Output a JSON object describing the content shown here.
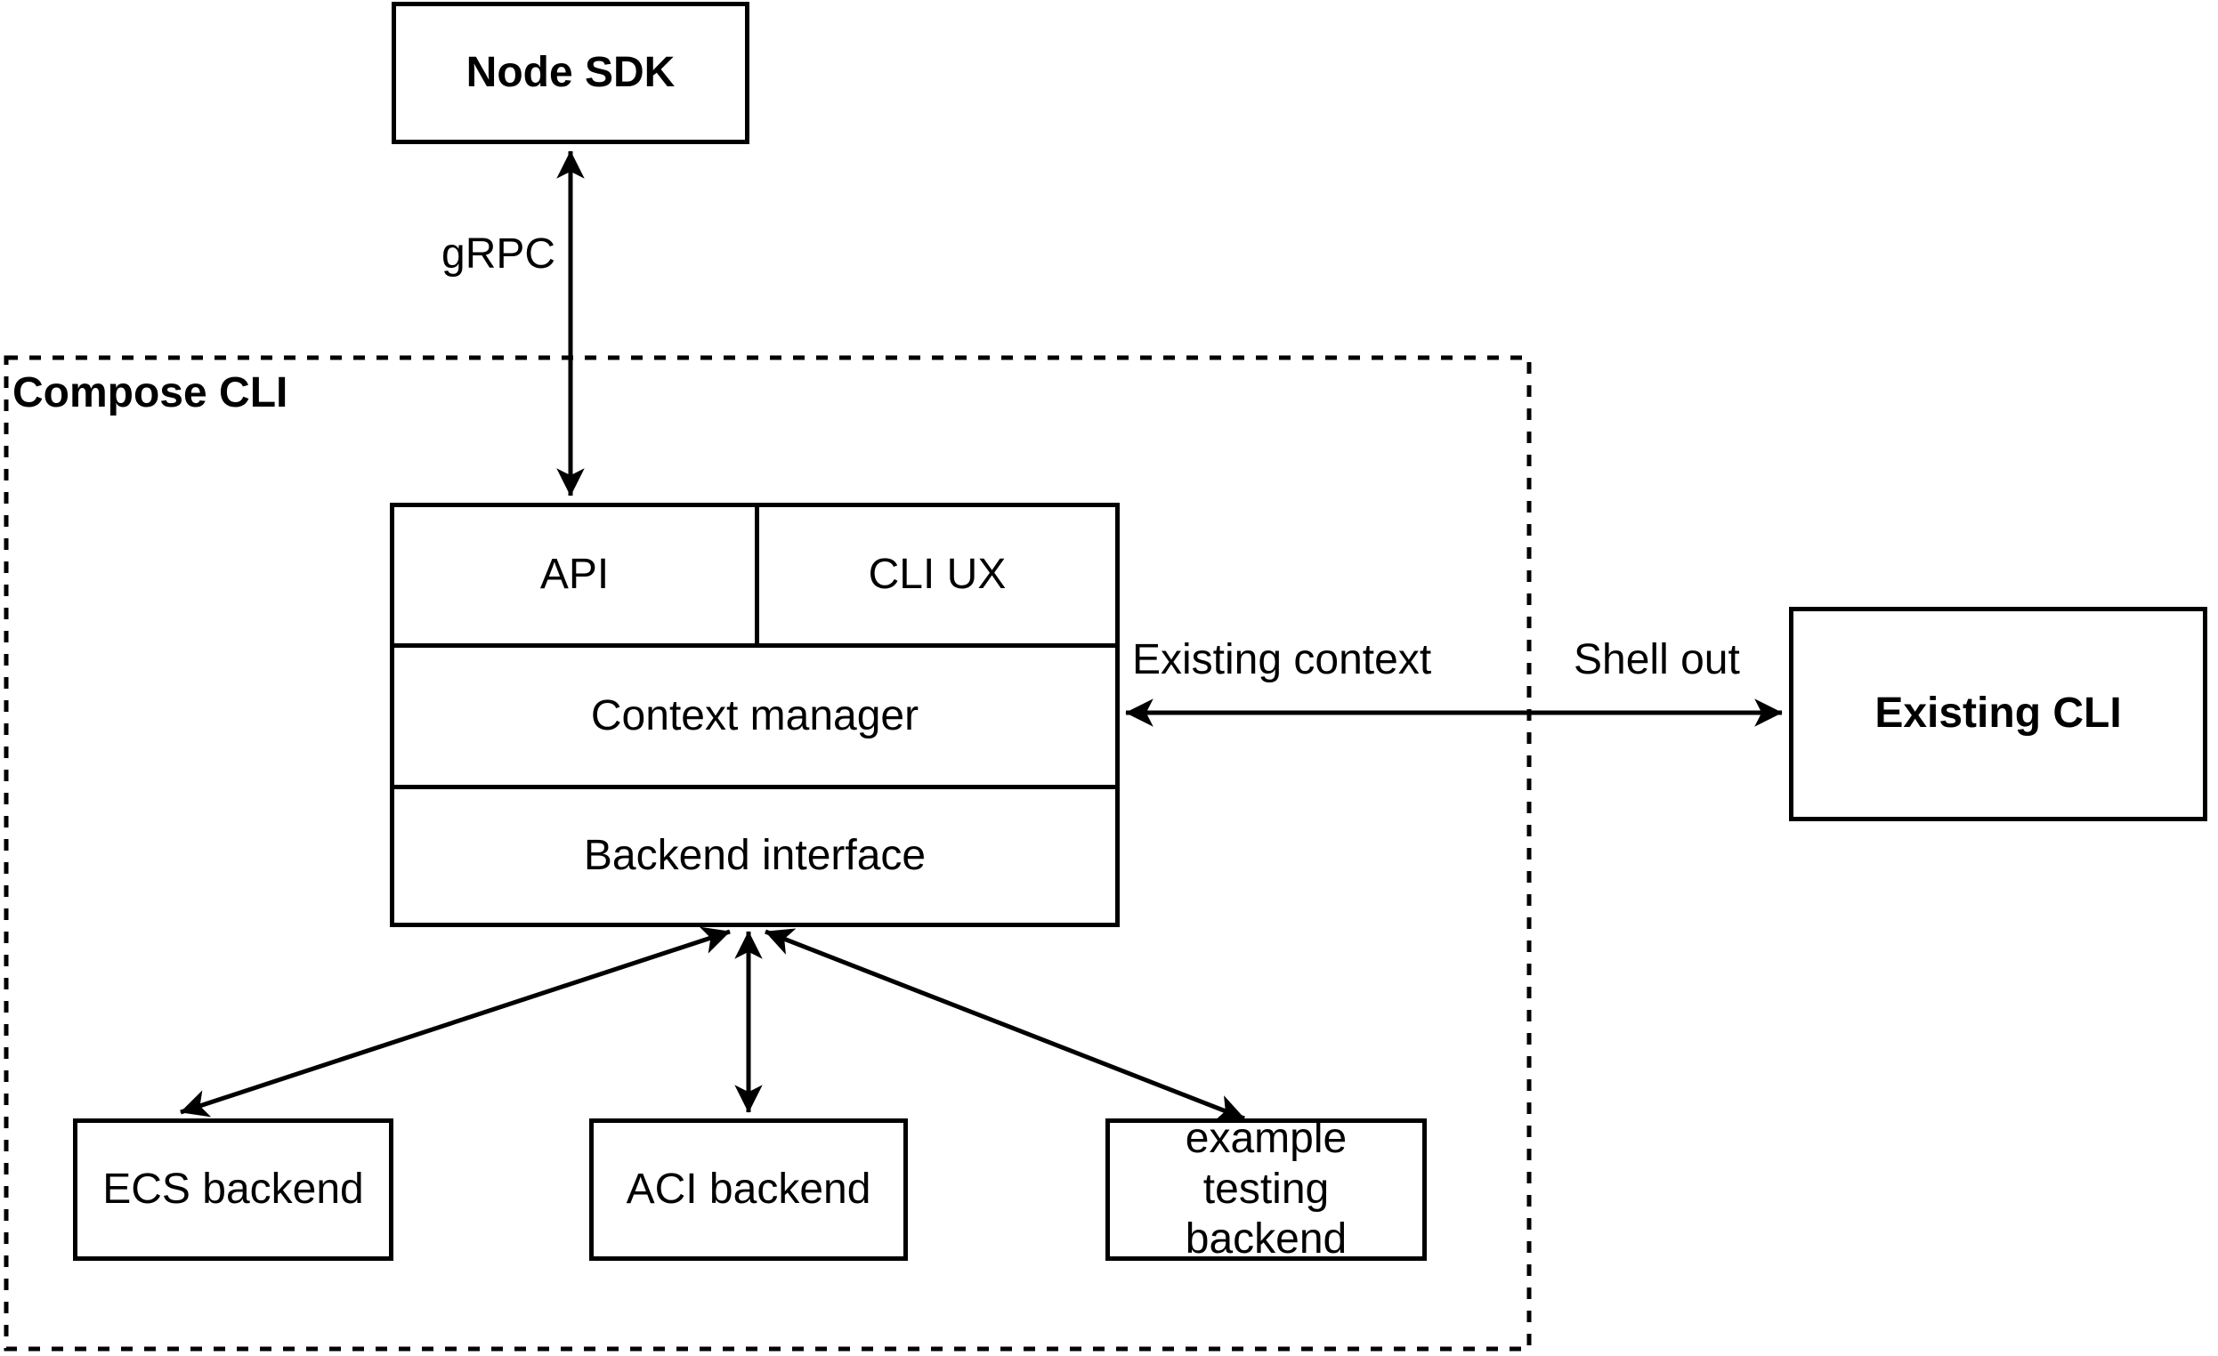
{
  "diagram": {
    "title": "Compose CLI architecture diagram",
    "colors": {
      "stroke": "#000000",
      "background": "#ffffff"
    },
    "nodes": {
      "node_sdk": {
        "label": "Node SDK"
      },
      "compose_cli_container": {
        "label": "Compose CLI"
      },
      "api": {
        "label": "API"
      },
      "cli_ux": {
        "label": "CLI UX"
      },
      "context_manager": {
        "label": "Context manager"
      },
      "backend_interface": {
        "label": "Backend interface"
      },
      "existing_cli": {
        "label": "Existing CLI"
      },
      "ecs_backend": {
        "label": "ECS backend"
      },
      "aci_backend": {
        "label": "ACI backend"
      },
      "example_testing_backend": {
        "label": "example testing backend"
      }
    },
    "edge_labels": {
      "grpc": {
        "label": "gRPC"
      },
      "existing_context": {
        "label": "Existing context"
      },
      "shell_out": {
        "label": "Shell out"
      }
    }
  }
}
